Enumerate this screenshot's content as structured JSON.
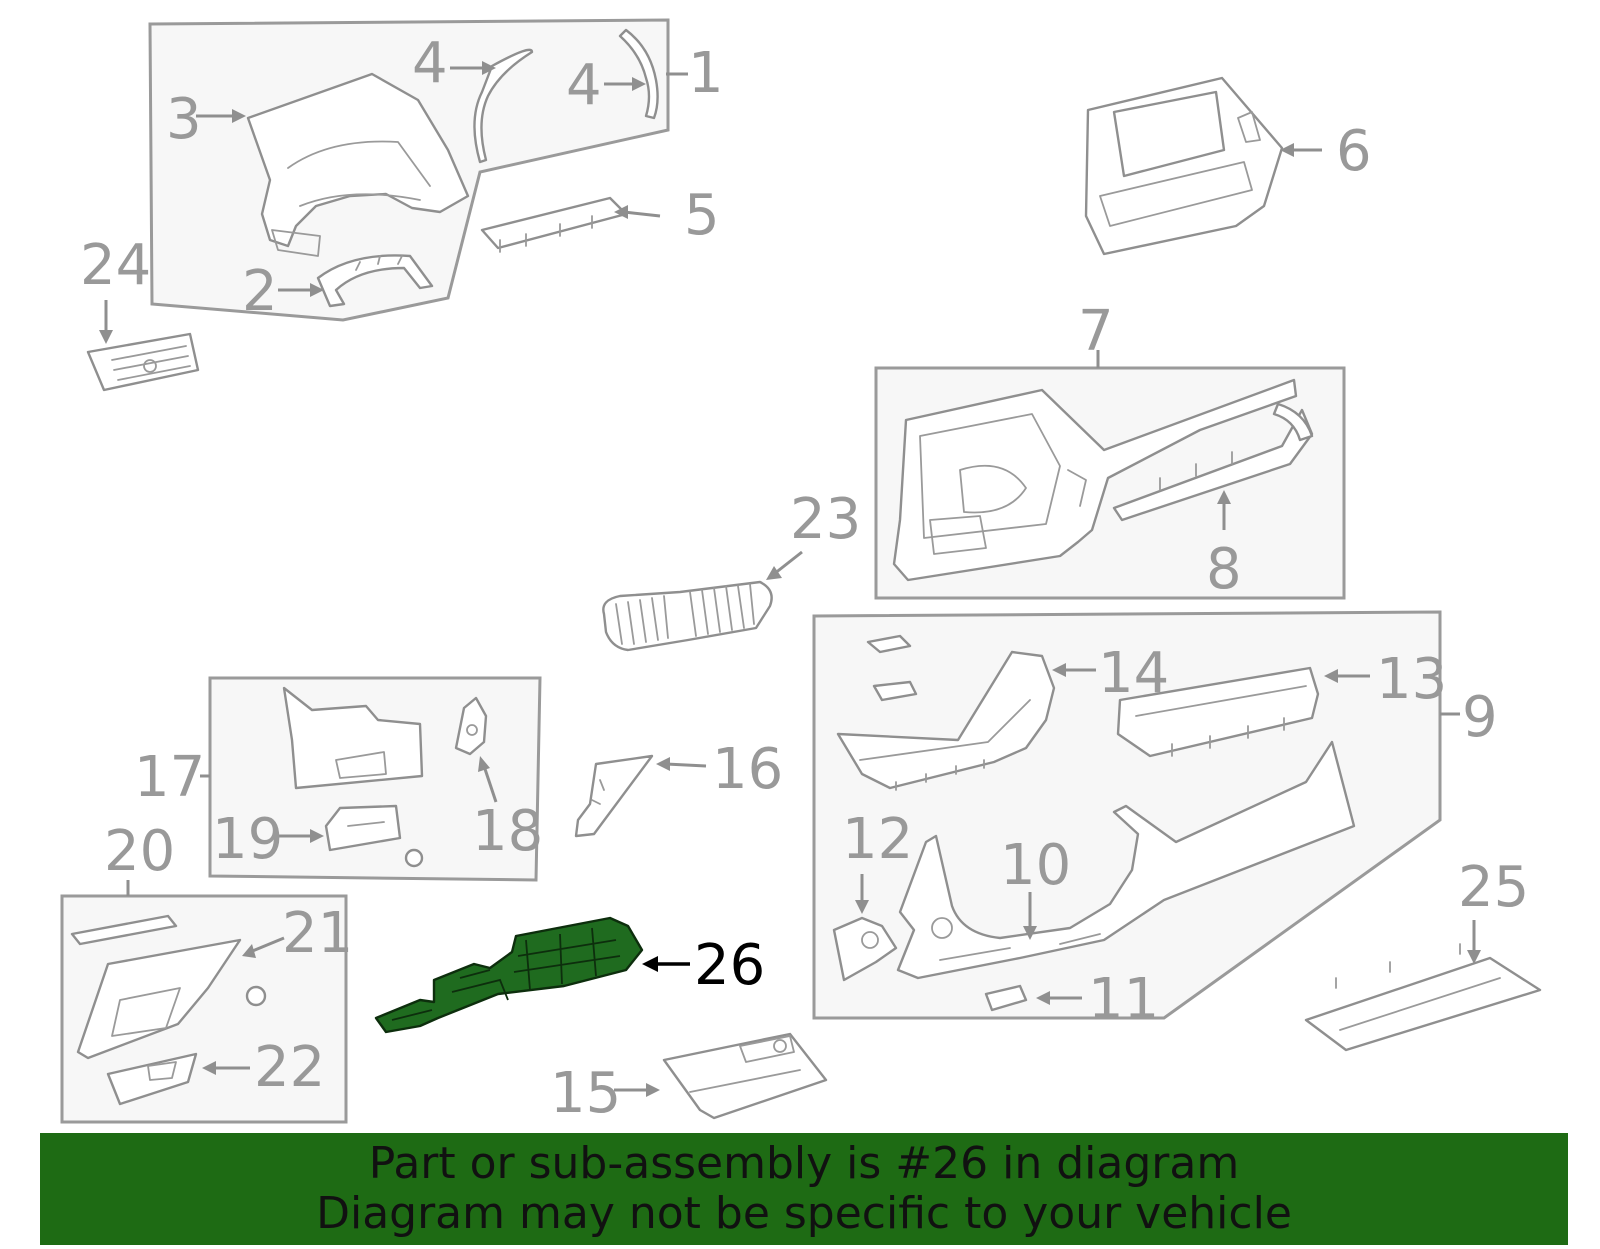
{
  "callouts": [
    "1",
    "2",
    "3",
    "4",
    "4",
    "5",
    "6",
    "7",
    "8",
    "9",
    "10",
    "11",
    "12",
    "13",
    "14",
    "15",
    "16",
    "17",
    "18",
    "19",
    "20",
    "21",
    "22",
    "23",
    "24",
    "25",
    "26"
  ],
  "highlighted_part": "26",
  "footer": {
    "line1": "Part or sub-assembly is #26 in diagram",
    "line2": "Diagram may not be specific to your vehicle"
  },
  "colors": {
    "highlight_fill": "#1f6b1f",
    "banner": "#1e6b14",
    "line_gray": "#8f8f8f"
  }
}
